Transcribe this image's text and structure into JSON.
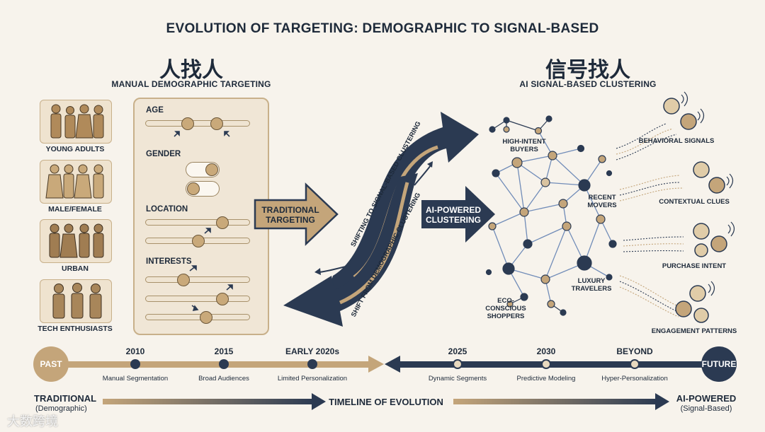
{
  "title": "EVOLUTION OF TARGETING: DEMOGRAPHIC TO SIGNAL-BASED",
  "left": {
    "heading_cn": "人找人",
    "subheading": "MANUAL DEMOGRAPHIC TARGETING",
    "groups": [
      "YOUNG ADULTS",
      "MALE/FEMALE",
      "URBAN",
      "TECH ENTHUSIASTS"
    ],
    "panel": {
      "age": "AGE",
      "gender": "GENDER",
      "location": "LOCATION",
      "interests": "INTERESTS"
    }
  },
  "center": {
    "traditional_arrow": "TRADITIONAL TARGETING",
    "ai_arrow": "AI-POWERED CLUSTERING",
    "curve_upper": "SHIFTING TO SIGNAL-BASED CLUSTERING",
    "curve_lower": "SHIFT FROM DEMOGRAPHIC CLUSTERING"
  },
  "right": {
    "heading_cn": "信号找人",
    "subheading": "AI SIGNAL-BASED CLUSTERING",
    "clusters": [
      "HIGH-INTENT BUYERS",
      "RECENT MOVERS",
      "ECO-CONSCIOUS SHOPPERS",
      "LUXURY TRAVELERS"
    ],
    "signals": [
      "BEHAVIORAL SIGNALS",
      "CONTEXTUAL CLUES",
      "PURCHASE INTENT",
      "ENGAGEMENT PATTERNS"
    ]
  },
  "timeline": {
    "past": "PAST",
    "future": "FUTURE",
    "years": [
      "2010",
      "2015",
      "EARLY 2020s",
      "2025",
      "2030",
      "BEYOND"
    ],
    "milestones": [
      "Manual Segmentation",
      "Broad Audiences",
      "Limited Personalization",
      "Dynamic Segments",
      "Predictive Modeling",
      "Hyper-Personalization"
    ],
    "left_label": "TRADITIONAL",
    "left_sub": "(Demographic)",
    "center_label": "TIMELINE OF EVOLUTION",
    "right_label": "AI-POWERED",
    "right_sub": "(Signal-Based)"
  },
  "watermark": "大数跨境",
  "colors": {
    "navy": "#2b3a52",
    "tan": "#c4a57a",
    "bg": "#f7f3ec"
  }
}
